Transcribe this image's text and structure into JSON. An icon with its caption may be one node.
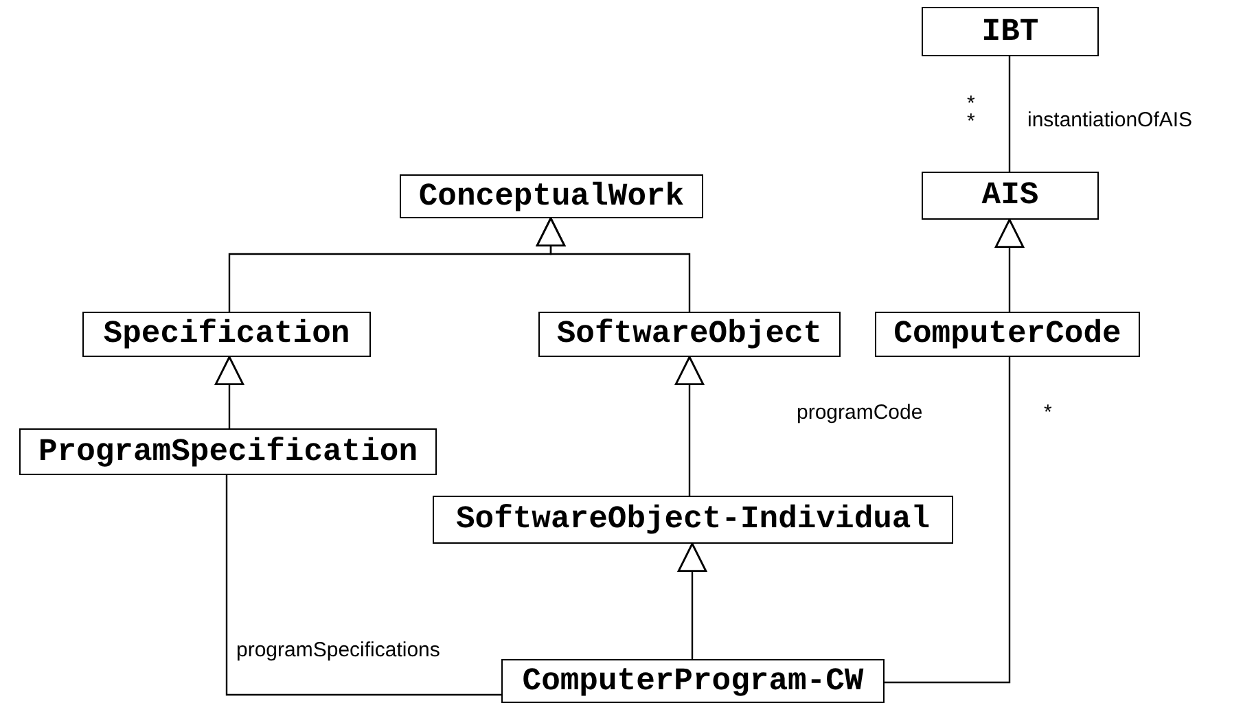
{
  "diagram": {
    "nodes": [
      {
        "text": [
          "IBT"
        ]
      },
      {
        "text": [
          "AIS"
        ]
      },
      {
        "text": [
          "ConceptualWork"
        ]
      },
      {
        "text": [
          "Specification"
        ]
      },
      {
        "text": [
          "SoftwareObject"
        ]
      },
      {
        "text": [
          "ComputerCode"
        ]
      },
      {
        "text": [
          "ProgramSpecification"
        ]
      },
      {
        "text": [
          "SoftwareObject-Individual"
        ]
      },
      {
        "text": [
          "ComputerProgram-CW"
        ]
      }
    ],
    "edges": [
      {
        "from": 3,
        "to": 2,
        "arrow": "to"
      },
      {
        "from": 4,
        "to": 2,
        "arrow": "to"
      },
      {
        "from": 5,
        "to": 1,
        "arrow": "to"
      },
      {
        "from": 6,
        "to": 3,
        "arrow": "to"
      },
      {
        "from": 7,
        "to": 4,
        "arrow": "to"
      },
      {
        "from": 8,
        "to": 7,
        "arrow": "to"
      },
      {
        "from": 0,
        "to": 1,
        "arrow": "none",
        "label": "instantiationOfAIS"
      },
      {
        "from": 6,
        "to": 8,
        "arrow": "none",
        "label": "programSpecifications"
      },
      {
        "from": 8,
        "to": 5,
        "arrow": "none",
        "label": "programCode"
      }
    ],
    "labels": [
      "*",
      "*",
      "*"
    ]
  }
}
